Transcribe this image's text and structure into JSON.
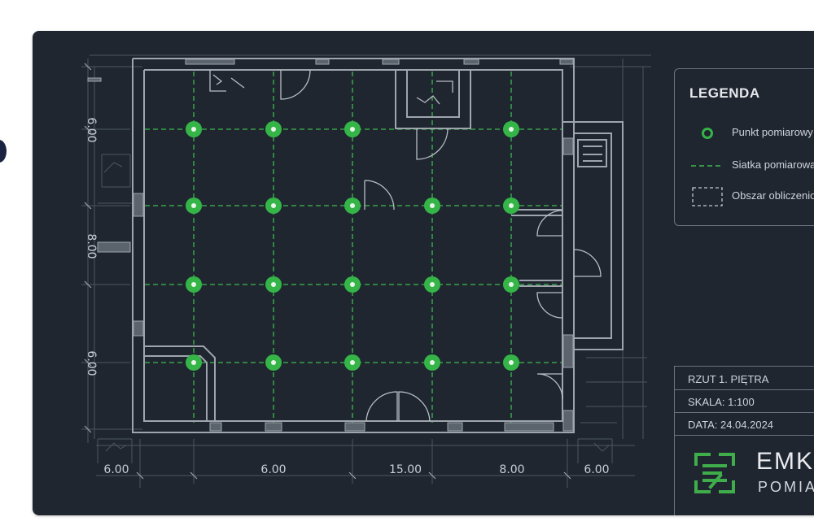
{
  "plan": {
    "dimensions_vertical": [
      "6.00",
      "8.00",
      "6.00"
    ],
    "dimensions_horizontal": [
      "6.00",
      "6.00",
      "15.00",
      "8.00",
      "6.00"
    ],
    "grid_points": [
      [
        238,
        159
      ],
      [
        336,
        159
      ],
      [
        433,
        159
      ],
      [
        628,
        159
      ],
      [
        238,
        253
      ],
      [
        336,
        253
      ],
      [
        433,
        253
      ],
      [
        531,
        253
      ],
      [
        628,
        253
      ],
      [
        238,
        350
      ],
      [
        336,
        350
      ],
      [
        433,
        350
      ],
      [
        531,
        350
      ],
      [
        628,
        350
      ],
      [
        238,
        446
      ],
      [
        336,
        446
      ],
      [
        433,
        446
      ],
      [
        531,
        446
      ],
      [
        628,
        446
      ]
    ]
  },
  "legend": {
    "title": "LEGENDA",
    "items": [
      {
        "label": "Punkt pomiarowy"
      },
      {
        "label": "Siatka pomiarowa"
      },
      {
        "label": "Obszar obliczeniowy"
      }
    ]
  },
  "title_block": {
    "drawing": "RZUT 1. PIĘTRA",
    "scale": "SKALA: 1:100",
    "date": "DATA: 24.04.2024",
    "company_name": "EMKA",
    "company_sub": "POMIARY"
  },
  "colors": {
    "panel": "#1f2630",
    "wall": "#9ea5ad",
    "grid_green": "#3dbb4e",
    "point_green": "#35b547",
    "logo_green": "#3fae4a",
    "text": "#cfd3da"
  }
}
